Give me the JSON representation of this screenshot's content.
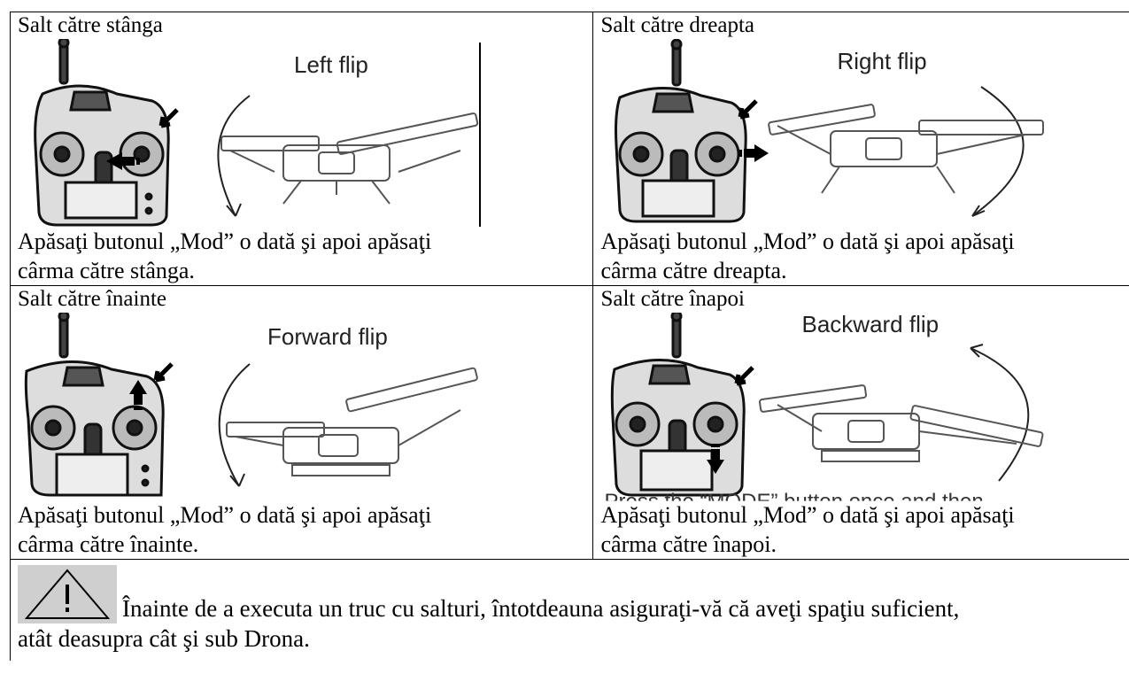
{
  "cells": [
    {
      "heading": "Salt către stânga",
      "flip_label": "Left flip",
      "caption_line1": "Apăsaţi butonul „Mod” o dată şi apoi apăsaţi",
      "caption_line2": "cârma către stânga."
    },
    {
      "heading": "Salt către dreapta",
      "flip_label": "Right flip",
      "caption_line1": "Apăsaţi butonul „Mod” o dată şi apoi apăsaţi",
      "caption_line2": "cârma către dreapta."
    },
    {
      "heading": "Salt către înainte",
      "flip_label": "Forward flip",
      "caption_line1": "Apăsaţi butonul „Mod” o dată şi apoi apăsaţi",
      "caption_line2": "cârma către înainte."
    },
    {
      "heading": "Salt către înapoi",
      "flip_label": "Backward flip",
      "caption_line1": "Apăsaţi butonul „Mod” o dată şi apoi apăsaţi",
      "caption_line2": "cârma către înapoi."
    }
  ],
  "ghost_text": "Press the “MODE” button once and then",
  "warning": {
    "icon": "warning-triangle-icon",
    "line1": "Înainte de a executa un truc cu salturi, întotdeauna asiguraţi-vă că aveţi spaţiu suficient,",
    "line2": "atât deasupra cât şi sub Drona."
  }
}
